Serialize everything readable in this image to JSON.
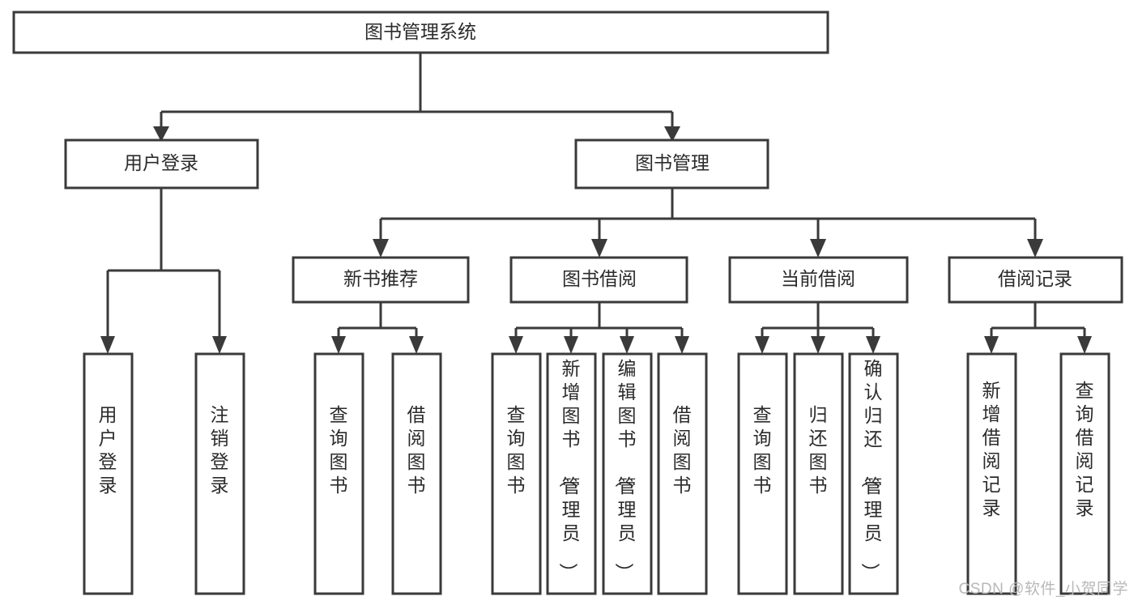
{
  "diagram": {
    "type": "tree-hierarchy",
    "orientation": "top-down",
    "title": "图书管理系统",
    "colors": {
      "box_fill": "#ffffff",
      "box_stroke": "#3a3a3a",
      "text": "#2b2b2b",
      "watermark": "#b8b8b8",
      "background": "#ffffff"
    },
    "root": {
      "id": "root",
      "label": "图书管理系统",
      "orientation": "horizontal"
    },
    "level2": [
      {
        "id": "user-login",
        "label": "用户登录",
        "orientation": "horizontal"
      },
      {
        "id": "book-management",
        "label": "图书管理",
        "orientation": "horizontal"
      }
    ],
    "level3": [
      {
        "id": "new-book-recommend",
        "label": "新书推荐",
        "orientation": "horizontal",
        "parent": "book-management"
      },
      {
        "id": "book-borrow",
        "label": "图书借阅",
        "orientation": "horizontal",
        "parent": "book-management"
      },
      {
        "id": "current-borrow",
        "label": "当前借阅",
        "orientation": "horizontal",
        "parent": "book-management"
      },
      {
        "id": "borrow-record",
        "label": "借阅记录",
        "orientation": "horizontal",
        "parent": "book-management"
      }
    ],
    "leaves": [
      {
        "id": "leaf-user-login",
        "label": "用户登录",
        "orientation": "vertical",
        "parent": "user-login"
      },
      {
        "id": "leaf-user-logout",
        "label": "注销登录",
        "orientation": "vertical",
        "parent": "user-login"
      },
      {
        "id": "leaf-query-book-1",
        "label": "查询图书",
        "orientation": "vertical",
        "parent": "new-book-recommend"
      },
      {
        "id": "leaf-borrow-book-1",
        "label": "借阅图书",
        "orientation": "vertical",
        "parent": "new-book-recommend"
      },
      {
        "id": "leaf-query-book-2",
        "label": "查询图书",
        "orientation": "vertical",
        "parent": "book-borrow"
      },
      {
        "id": "leaf-add-book",
        "label": "新增图书（管理员）",
        "orientation": "vertical",
        "parent": "book-borrow"
      },
      {
        "id": "leaf-edit-book",
        "label": "编辑图书（管理员）",
        "orientation": "vertical",
        "parent": "book-borrow"
      },
      {
        "id": "leaf-borrow-book-2",
        "label": "借阅图书",
        "orientation": "vertical",
        "parent": "book-borrow"
      },
      {
        "id": "leaf-query-book-3",
        "label": "查询图书",
        "orientation": "vertical",
        "parent": "current-borrow"
      },
      {
        "id": "leaf-return-book",
        "label": "归还图书",
        "orientation": "vertical",
        "parent": "current-borrow"
      },
      {
        "id": "leaf-confirm-return",
        "label": "确认归还（管理员）",
        "orientation": "vertical",
        "parent": "current-borrow"
      },
      {
        "id": "leaf-add-record",
        "label": "新增借阅记录",
        "orientation": "vertical",
        "parent": "borrow-record"
      },
      {
        "id": "leaf-query-record",
        "label": "查询借阅记录",
        "orientation": "vertical",
        "parent": "borrow-record"
      }
    ]
  },
  "watermark": {
    "text": "CSDN @软件_小贺同学"
  }
}
